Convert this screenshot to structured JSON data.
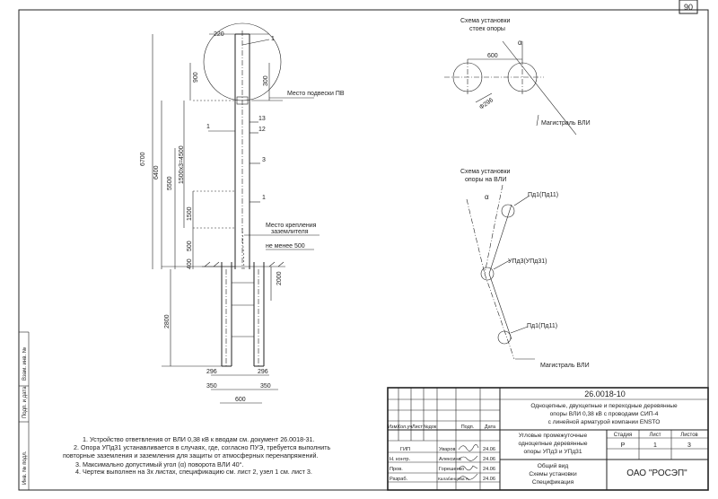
{
  "sheet": {
    "sheet_number": "90"
  },
  "left_margin": {
    "labels": [
      "Взам. инв. №",
      "Подп. и дата",
      "Инв. № подл."
    ]
  },
  "pole_drawing": {
    "dimensions": {
      "top_width": "220",
      "d900": "900",
      "d300": "300",
      "total_height": "6700",
      "h6400": "6400",
      "h5500": "5500",
      "h1500x3": "1500x3=4500",
      "h1500": "1500",
      "h500": "500",
      "h400": "400",
      "h2800": "2800",
      "h2000": "2000",
      "w296_left": "296",
      "w296_right": "296",
      "w350_left": "350",
      "w350_right": "350",
      "w600": "600"
    },
    "callouts": {
      "pv_mount": "Место подвески ПВ",
      "grounding_line1": "Место крепления",
      "grounding_line2": "заземлителя",
      "not_less": "не менее 500"
    },
    "position_marks": {
      "p1_top": "1",
      "p13": "13",
      "p12": "12",
      "p3": "3",
      "p1_mid": "1",
      "p1_left": "1"
    }
  },
  "scheme_poles": {
    "title_line1": "Схема установки",
    "title_line2": "стоек опоры",
    "d600": "600",
    "alpha": "α",
    "diameter": "Ф296",
    "line_label": "Магистраль ВЛИ"
  },
  "scheme_vli": {
    "title_line1": "Схема установки",
    "title_line2": "опоры на ВЛИ",
    "alpha": "α",
    "pd1_top": "Пд1(Пд11)",
    "upd3": "УПд3(УПд31)",
    "pd1_bottom": "Пд1(Пд11)",
    "line_label": "Магистраль ВЛИ"
  },
  "notes": [
    "1. Устройство ответвления от ВЛИ 0,38 кВ к вводам см. документ 26.0018-31.",
    "2. Опора УПд31 устанавливается в случаях, где, согласно ПУЭ, требуется выполнить",
    "повторные заземления и заземления для защиты от атмосферных перенапряжений.",
    "3. Максимально допустимый угол (α) поворота ВЛИ 40°.",
    "4. Чертеж выполнен на 3х листах, спецификацию см. лист 2, узел 1 см. лист 3."
  ],
  "title_block": {
    "doc_code": "26.0018-10",
    "doc_title_line1": "Одноцепные, двухцепные и переходные деревянные",
    "doc_title_line2": "опоры ВЛИ 0,38 кВ с проводами СИП-4",
    "doc_title_line3": "с линейной арматурой компании ENSTO",
    "col_headers": [
      "Изм.",
      "Кол.уч",
      "Лист",
      "№док",
      "Подп.",
      "Дата"
    ],
    "object_line1": "Угловые промежуточные",
    "object_line2": "одноцепные деревянные",
    "object_line3": "опоры УПд3 и УПд31",
    "stage_label": "Стадия",
    "sheet_label": "Лист",
    "sheets_label": "Листов",
    "stage_value": "Р",
    "sheet_value": "1",
    "sheets_value": "3",
    "drawing_name_line1": "Общий вид",
    "drawing_name_line2": "Схемы установки",
    "drawing_name_line3": "Спецификация",
    "company": "ОАО \"РОСЭП\"",
    "roles": [
      {
        "role": "ГИП",
        "name": "Уваров",
        "date": "24.06"
      },
      {
        "role": "Н. контр.",
        "name": "Алексина",
        "date": "24.06"
      },
      {
        "role": "Пров.",
        "name": "Горешенко",
        "date": "24.06"
      },
      {
        "role": "Разраб.",
        "name": "Калабинцева А.",
        "date": "24.06"
      }
    ]
  }
}
